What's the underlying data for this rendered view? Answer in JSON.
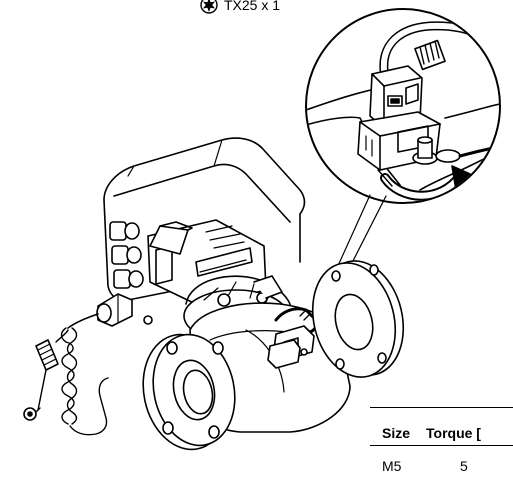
{
  "tool": {
    "icon": "torx-icon",
    "label": "TX25 x 1"
  },
  "table": {
    "headers": [
      "Size",
      "Torque ["
    ],
    "rows": [
      [
        "M5",
        "5"
      ]
    ]
  },
  "colors": {
    "line": "#000000",
    "background": "#ffffff"
  }
}
